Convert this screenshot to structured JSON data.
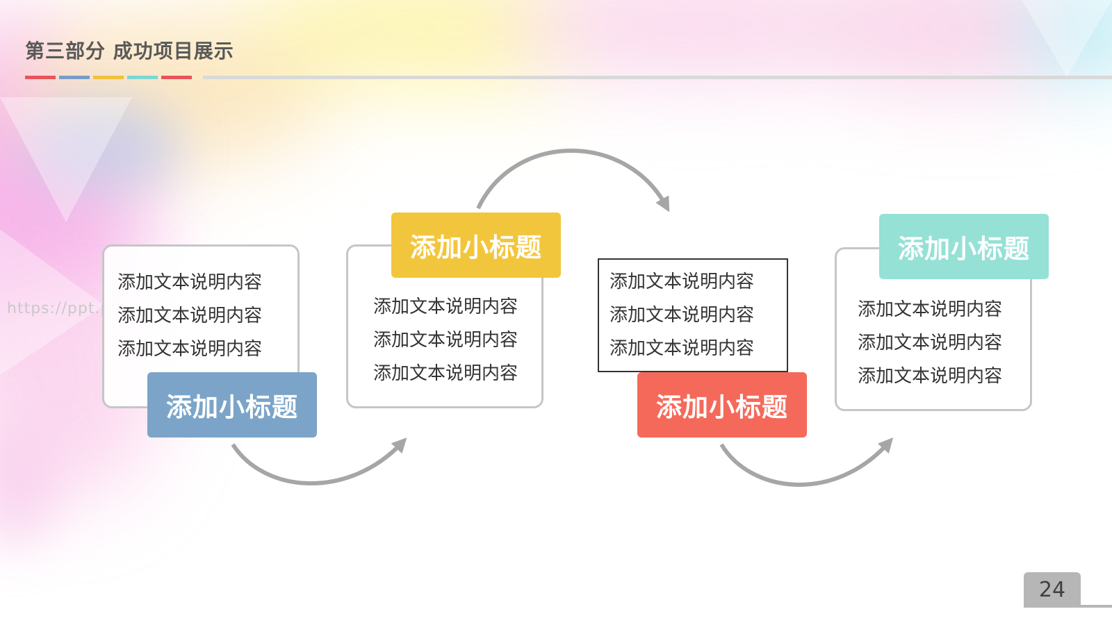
{
  "slide": {
    "title": "第三部分  成功项目展示",
    "watermark": "https://ppt.pl...",
    "page_number": "24",
    "accent_bar_colors": [
      "#e8545a",
      "#7b9cc6",
      "#f0c23c",
      "#7fd6d2",
      "#e8545a"
    ]
  },
  "steps": [
    {
      "heading": "添加小标题",
      "color": "#7ba4c8",
      "lines": [
        "添加文本说明内容",
        "添加文本说明内容",
        "添加文本说明内容"
      ]
    },
    {
      "heading": "添加小标题",
      "color": "#f2c63c",
      "lines": [
        "添加文本说明内容",
        "添加文本说明内容",
        "添加文本说明内容"
      ]
    },
    {
      "heading": "添加小标题",
      "color": "#f5695a",
      "lines": [
        "添加文本说明内容",
        "添加文本说明内容",
        "添加文本说明内容"
      ]
    },
    {
      "heading": "添加小标题",
      "color": "#95e1d6",
      "lines": [
        "添加文本说明内容",
        "添加文本说明内容",
        "添加文本说明内容"
      ]
    }
  ],
  "connector_color": "#a6a6a6"
}
